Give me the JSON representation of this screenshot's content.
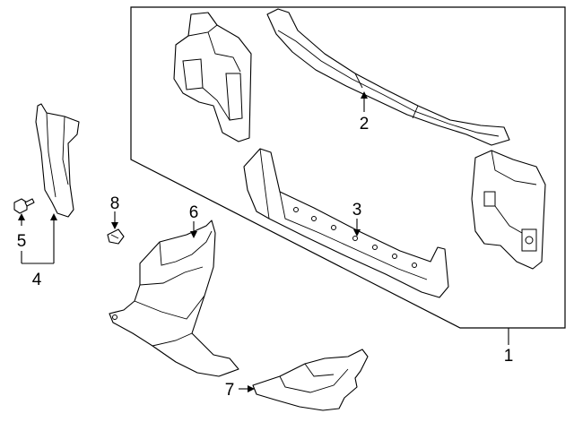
{
  "diagram": {
    "callouts": {
      "c1": "1",
      "c2": "2",
      "c3": "3",
      "c4": "4",
      "c5": "5",
      "c6": "6",
      "c7": "7",
      "c8": "8"
    },
    "parts": [
      "upper-tie-bar",
      "lower-tie-bar",
      "left-side-panel",
      "right-side-panel",
      "air-deflector",
      "bolt",
      "clip",
      "splash-shield-front",
      "splash-shield-rear"
    ]
  }
}
